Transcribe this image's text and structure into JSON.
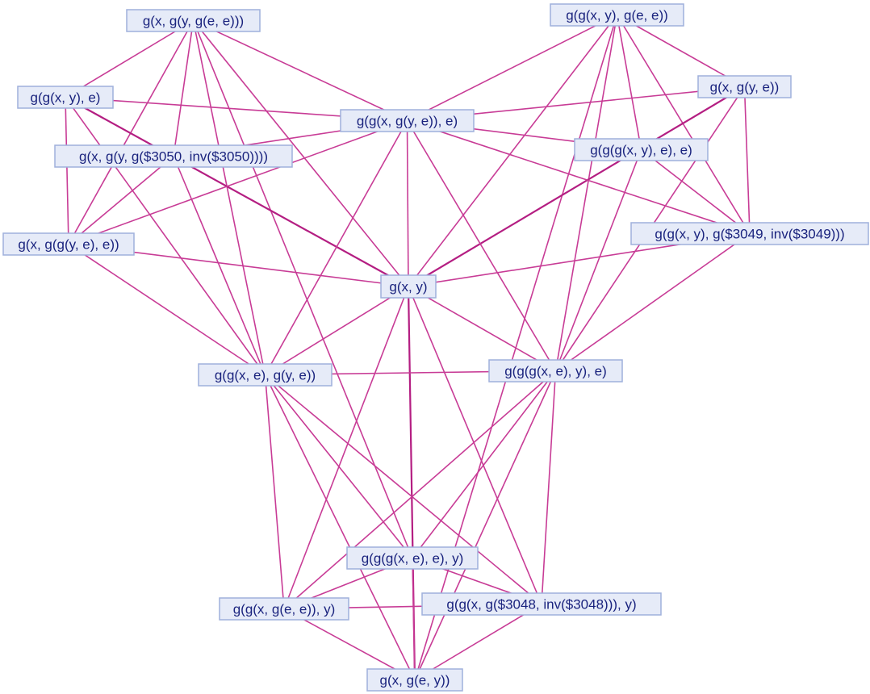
{
  "graph": {
    "colors": {
      "edge": "#c83c96",
      "edge_strong": "#b41e82",
      "node_fill": "#e6ebf8",
      "node_border": "#9fb0dc",
      "node_text": "#1a237e"
    },
    "nodes": [
      {
        "id": "n1",
        "label": "g(x, g(y, g(e, e)))"
      },
      {
        "id": "n2",
        "label": "g(g(x, y), g(e, e))"
      },
      {
        "id": "n3",
        "label": "g(g(x, y), e)"
      },
      {
        "id": "n4",
        "label": "g(x, g(y, e))"
      },
      {
        "id": "n5",
        "label": "g(g(x, g(y, e)), e)"
      },
      {
        "id": "n6",
        "label": "g(x, g(y, g($3050, inv($3050))))"
      },
      {
        "id": "n7",
        "label": "g(g(g(x, y), e), e)"
      },
      {
        "id": "n8",
        "label": "g(x, g(g(y, e), e))"
      },
      {
        "id": "n9",
        "label": "g(g(x, y), g($3049, inv($3049)))"
      },
      {
        "id": "n10",
        "label": "g(x, y)"
      },
      {
        "id": "n11",
        "label": "g(g(x, e), g(y, e))"
      },
      {
        "id": "n12",
        "label": "g(g(g(x, e), y), e)"
      },
      {
        "id": "n13",
        "label": "g(g(g(x, e), e), y)"
      },
      {
        "id": "n14",
        "label": "g(g(x, g(e, e)), y)"
      },
      {
        "id": "n15",
        "label": "g(g(x, g($3048, inv($3048))), y)"
      },
      {
        "id": "n16",
        "label": "g(x, g(e, y))"
      }
    ],
    "edges": [
      [
        "n1",
        "n3"
      ],
      [
        "n1",
        "n6"
      ],
      [
        "n1",
        "n8"
      ],
      [
        "n1",
        "n11"
      ],
      [
        "n1",
        "n5"
      ],
      [
        "n1",
        "n10"
      ],
      [
        "n1",
        "n13"
      ],
      [
        "n2",
        "n5"
      ],
      [
        "n2",
        "n4"
      ],
      [
        "n2",
        "n7"
      ],
      [
        "n2",
        "n9"
      ],
      [
        "n2",
        "n12"
      ],
      [
        "n2",
        "n10"
      ],
      [
        "n2",
        "n16"
      ],
      [
        "n3",
        "n5"
      ],
      [
        "n3",
        "n8"
      ],
      [
        "n3",
        "n10"
      ],
      [
        "n3",
        "n11"
      ],
      [
        "n4",
        "n5"
      ],
      [
        "n4",
        "n10"
      ],
      [
        "n4",
        "n9"
      ],
      [
        "n4",
        "n12"
      ],
      [
        "n5",
        "n7"
      ],
      [
        "n5",
        "n6"
      ],
      [
        "n5",
        "n8"
      ],
      [
        "n5",
        "n9"
      ],
      [
        "n5",
        "n10"
      ],
      [
        "n5",
        "n11"
      ],
      [
        "n5",
        "n12"
      ],
      [
        "n6",
        "n11"
      ],
      [
        "n6",
        "n8"
      ],
      [
        "n7",
        "n9"
      ],
      [
        "n7",
        "n12"
      ],
      [
        "n8",
        "n10"
      ],
      [
        "n8",
        "n11"
      ],
      [
        "n9",
        "n10"
      ],
      [
        "n9",
        "n12"
      ],
      [
        "n10",
        "n11"
      ],
      [
        "n10",
        "n12"
      ],
      [
        "n10",
        "n16"
      ],
      [
        "n10",
        "n14"
      ],
      [
        "n10",
        "n15"
      ],
      [
        "n11",
        "n12"
      ],
      [
        "n11",
        "n13"
      ],
      [
        "n11",
        "n14"
      ],
      [
        "n11",
        "n15"
      ],
      [
        "n11",
        "n16"
      ],
      [
        "n12",
        "n13"
      ],
      [
        "n12",
        "n14"
      ],
      [
        "n12",
        "n15"
      ],
      [
        "n12",
        "n16"
      ],
      [
        "n13",
        "n14"
      ],
      [
        "n13",
        "n15"
      ],
      [
        "n14",
        "n15"
      ],
      [
        "n14",
        "n16"
      ],
      [
        "n15",
        "n16"
      ],
      [
        "n13",
        "n16"
      ]
    ],
    "strong_edges": [
      [
        "n3",
        "n10"
      ],
      [
        "n4",
        "n10"
      ],
      [
        "n10",
        "n16"
      ]
    ]
  }
}
